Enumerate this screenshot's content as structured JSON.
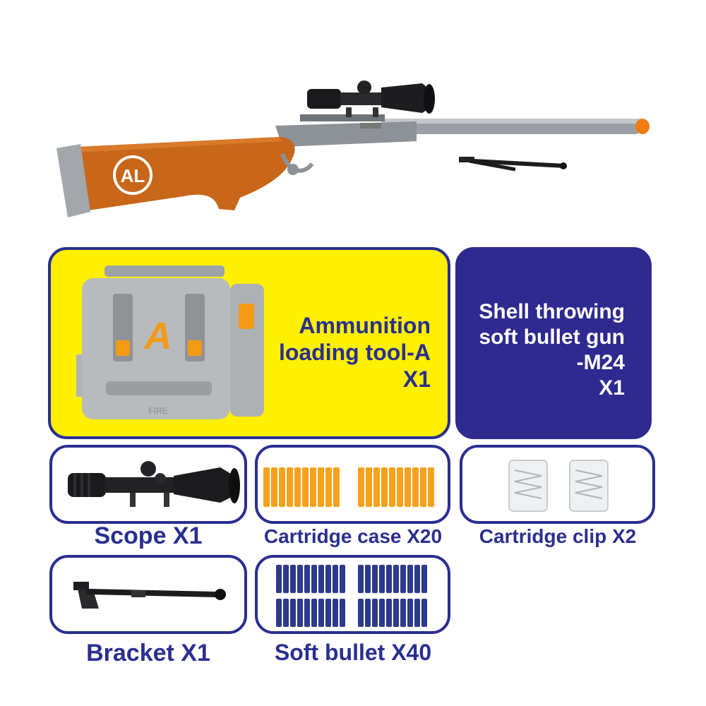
{
  "colors": {
    "brand_blue": "#2a2f8f",
    "highlight_yellow": "#ffef00",
    "stock_orange": "#c8661a",
    "bullet_blue": "#2c3a8e",
    "case_orange": "#f7a21e"
  },
  "hero": {
    "icon": "rifle-icon",
    "logo_text": "AL"
  },
  "ammo_card": {
    "line1": "Ammunition",
    "line2": "loading tool-A",
    "qty": "X1",
    "tool_letter": "A",
    "tool_brand": "FIRE"
  },
  "gun_card": {
    "line1": "Shell throwing",
    "line2": "soft bullet gun",
    "line3": "-M24",
    "qty": "X1"
  },
  "accessories": {
    "scope": "Scope X1",
    "cartridge_case": "Cartridge case X20",
    "cartridge_clip": "Cartridge clip X2",
    "bracket": "Bracket X1",
    "soft_bullet": "Soft bullet X40"
  }
}
